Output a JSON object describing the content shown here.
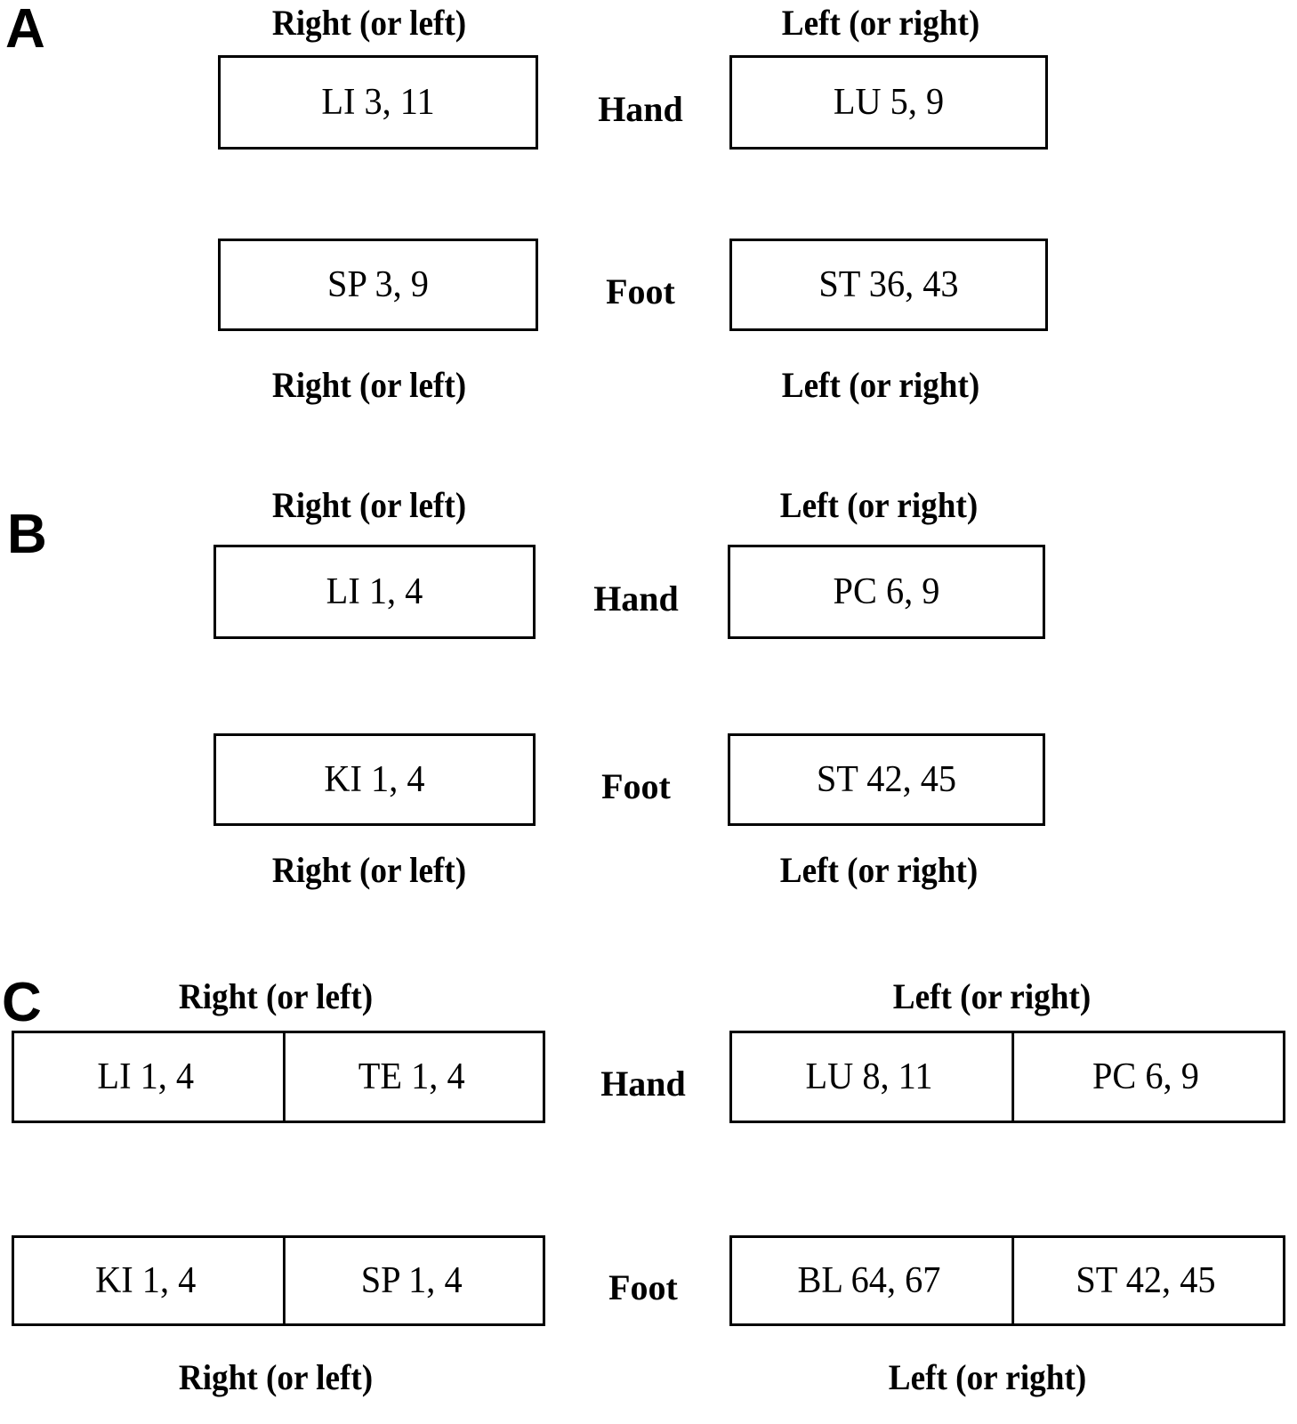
{
  "figure": {
    "labels": {
      "right_header": "Right (or left)",
      "left_header": "Left (or right)",
      "hand": "Hand",
      "foot": "Foot"
    },
    "panels": [
      {
        "letter": "A",
        "top_left_label": "Right (or left)",
        "top_right_label": "Left (or right)",
        "bottom_left_label": "Right (or left)",
        "bottom_right_label": "Left (or right)",
        "rows": [
          {
            "center_label": "Hand",
            "left_cells": [
              "LI 3, 11"
            ],
            "right_cells": [
              "LU 5, 9"
            ]
          },
          {
            "center_label": "Foot",
            "left_cells": [
              "SP 3, 9"
            ],
            "right_cells": [
              "ST 36, 43"
            ]
          }
        ]
      },
      {
        "letter": "B",
        "top_left_label": "Right (or left)",
        "top_right_label": "Left (or right)",
        "bottom_left_label": "Right (or left)",
        "bottom_right_label": "Left (or right)",
        "rows": [
          {
            "center_label": "Hand",
            "left_cells": [
              "LI 1, 4"
            ],
            "right_cells": [
              "PC 6, 9"
            ]
          },
          {
            "center_label": "Foot",
            "left_cells": [
              "KI 1, 4"
            ],
            "right_cells": [
              "ST 42, 45"
            ]
          }
        ]
      },
      {
        "letter": "C",
        "top_left_label": "Right (or left)",
        "top_right_label": "Left (or right)",
        "bottom_left_label": "Right (or left)",
        "bottom_right_label": "Left (or right)",
        "rows": [
          {
            "center_label": "Hand",
            "left_cells": [
              "LI 1, 4",
              "TE 1, 4"
            ],
            "right_cells": [
              "LU 8, 11",
              "PC 6, 9"
            ]
          },
          {
            "center_label": "Foot",
            "left_cells": [
              "KI 1, 4",
              "SP 1, 4"
            ],
            "right_cells": [
              "BL 64, 67",
              "ST 42, 45"
            ]
          }
        ]
      }
    ],
    "colors": {
      "ink": "#000000",
      "paper": "#ffffff"
    }
  }
}
